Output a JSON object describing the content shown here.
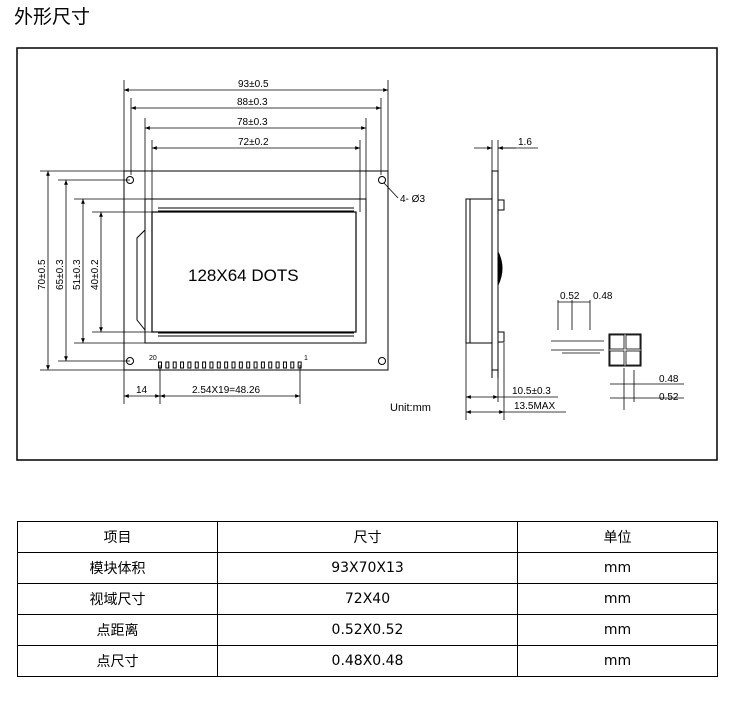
{
  "page": {
    "title": "外形尺寸"
  },
  "drawing": {
    "dims": {
      "w_outer": "93±0.5",
      "w_holes": "88±0.3",
      "w_bezel": "78±0.3",
      "w_view": "72±0.2",
      "h_outer": "70±0.5",
      "h_holes": "65±0.3",
      "h_bezel": "51±0.3",
      "h_view": "40±0.2",
      "holes": "4- Ø3",
      "pin_offset": "14",
      "pin_pitch": "2.54X19=48.26",
      "pcb_thickness": "1.6",
      "depth_min": "10.5±0.3",
      "depth_max": "13.5MAX",
      "dot_pitch_x": "0.52",
      "dot_size_x": "0.48",
      "dot_size_y": "0.48",
      "dot_pitch_y": "0.52"
    },
    "display_text": "128X64 DOTS",
    "pin_first": "20",
    "pin_last": "1",
    "unit": "Unit:mm"
  },
  "table": {
    "headers": [
      "项目",
      "尺寸",
      "单位"
    ],
    "rows": [
      [
        "模块体积",
        "93X70X13",
        "mm"
      ],
      [
        "视域尺寸",
        "72X40",
        "mm"
      ],
      [
        "点距离",
        "0.52X0.52",
        "mm"
      ],
      [
        "点尺寸",
        "0.48X0.48",
        "mm"
      ]
    ]
  }
}
